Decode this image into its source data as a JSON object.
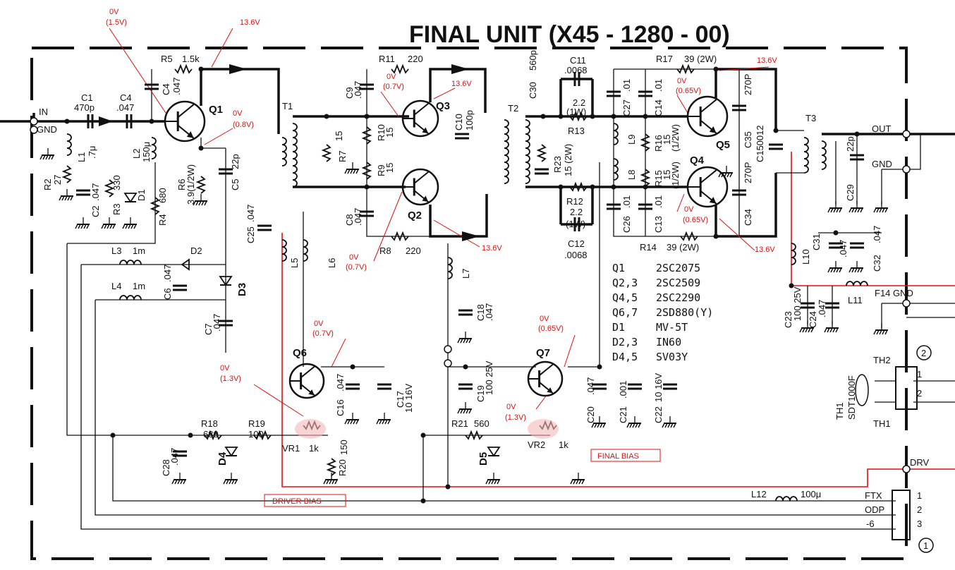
{
  "title": "FINAL UNIT (X45 - 1280 - 00)",
  "colors": {
    "ink": "#111111",
    "annotation": "#e01010",
    "background": "#ffffff"
  },
  "ports": {
    "in": "IN",
    "gnd_in": "GND",
    "out": "OUT",
    "gnd_out": "GND",
    "f14_gnd": "F14 GND",
    "drv": "DRV",
    "ftx": "FTX",
    "odp": "ODP",
    "minus6": "-6",
    "ftx_pin": "1",
    "odp_pin": "2",
    "minus6_pin": "3",
    "conn1": "1",
    "conn2": "2",
    "th2": "TH2",
    "th_pin1": "1",
    "th_pin2": "2",
    "th1": "TH1",
    "th1_part": "TH1",
    "th1_value": "SDT1000F"
  },
  "components": {
    "c1": "C1",
    "c1_v": "470p",
    "c4a": "C4",
    "c4a_v": ".047",
    "r5": "R5",
    "r5_v": "1.5k",
    "c4b": "C4",
    "c4b_v": ".047",
    "q1": "Q1",
    "l1": "L1",
    "l1_v": ".7μ",
    "l2": "L2",
    "l2_v": "150μ",
    "r2": "R2",
    "r2_v": "27",
    "c2": "C2",
    "c2_v": ".047",
    "r3": "R3",
    "r3_v": "330",
    "d1": "D1",
    "r4": "R4",
    "r4_v": "680",
    "r6": "R6",
    "r6_v": "3.9(1/2W)",
    "c5": "C5",
    "c5_v": "22p",
    "t1": "T1",
    "r11": "R11",
    "r11_v": "220",
    "c9": "C9",
    "c9_v": ".047",
    "q3": "Q3",
    "r10": "R10",
    "r10_v": "15",
    "r9": "R9",
    "r9_v": "15",
    "r7": "R7",
    "r7_v": "15",
    "c10": "C10",
    "c10_v": "100p",
    "t2": "T2",
    "q2": "Q2",
    "c8": "C8",
    "c8_v": ".047",
    "r8": "R8",
    "r8_v": "220",
    "c30": "C30",
    "c30_v": "560p",
    "c11": "C11",
    "c11_v": ".0068",
    "r13": "R13",
    "r13_v": "2.2",
    "r13_w": "(1W)",
    "r23": "R23",
    "r23_v": "15 (2W)",
    "r12": "R12",
    "r12_v": "2.2",
    "r12_w": "(1W)",
    "c12": "C12",
    "c12_v": ".0068",
    "c27": "C27",
    "c27_v": ".01",
    "c14": "C14",
    "c14_v": ".01",
    "r17": "R17",
    "r17_v": "39 (2W)",
    "c35_v": "270P",
    "c35": "C35",
    "q5": "Q5",
    "r16": "R16",
    "r16_v": "15",
    "r16_w": "(1/2W)",
    "q4": "Q4",
    "r15": "R15",
    "r15_v": "15",
    "r15_w": "(1/2W)",
    "l9": "L9",
    "l8": "L8",
    "c26": "C26",
    "c26_v": ".01",
    "c13": "C13",
    "c13_v": ".01",
    "c34_v": "270P",
    "c34": "C34",
    "r14": "R14",
    "r14_v": "39 (2W)",
    "c15": "C15",
    "c15_v": ".0012",
    "t3": "T3",
    "c29_v": "22p",
    "c29": "C29",
    "c31": "C31",
    "c31_v": ".047",
    "c32": "C32",
    "c32_v": ".047",
    "l10": "L10",
    "c23": "C23",
    "c23_v": "100 25V",
    "c24": "C24",
    "c24_v": ".047",
    "l11": "L11",
    "l3": "L3",
    "l3_v": "1m",
    "l4": "L4",
    "l4_v": "1m",
    "d2": "D2",
    "d3": "D3",
    "c6": "C6",
    "c6_v": ".047",
    "c7": "C7",
    "c7_v": ".047",
    "c25": "C25",
    "c25_v": ".047",
    "l5": "L5",
    "l6": "L6",
    "l7": "L7",
    "c18": "C18",
    "c18_v": ".047",
    "q6": "Q6",
    "c16": "C16",
    "c16_v": ".047",
    "c17": "C17",
    "c17_v": "10 16V",
    "r18": "R18",
    "r18_v": "680",
    "r19": "R19",
    "r19_v": "100",
    "vr1": "VR1",
    "vr1_v": "1k",
    "r20": "R20",
    "r20_v": "150",
    "c28": "C28",
    "c28_v": ".047",
    "d4": "D4",
    "q7": "Q7",
    "c19": "C19",
    "c19_v": "100 25V",
    "r21": "R21",
    "r21_v": "560",
    "d5": "D5",
    "vr2": "VR2",
    "vr2_v": "1k",
    "c20": "C20",
    "c20_v": ".047",
    "c21": "C21",
    "c21_v": ".001",
    "c22": "C22",
    "c22_v": "10 16V",
    "l12": "L12",
    "l12_v": "100μ"
  },
  "voltages": {
    "q1_base_a": "0V",
    "q1_base_b": "(1.5V)",
    "q1_coll": "13.6V",
    "q1_emit_a": "0V",
    "q1_emit_b": "(0.8V)",
    "q3_base_a": "0V",
    "q3_base_b": "(0.7V)",
    "q3_coll": "13.6V",
    "q2_base_a": "0V",
    "q2_base_b": "(0.7V)",
    "q2_coll": "13.6V",
    "q5_base_a": "0V",
    "q5_base_b": "(0.65V)",
    "q5_coll": "13.6V",
    "q4_base_a": "0V",
    "q4_base_b": "(0.65V)",
    "q4_coll": "13.6V",
    "q6_a": "0V",
    "q6_b": "(0.7V)",
    "vr1_a": "0V",
    "vr1_b": "(1.3V)",
    "q7_a": "0V",
    "q7_b": "(0.65V)",
    "vr2_a": "0V",
    "vr2_b": "(1.3V)"
  },
  "bias_labels": {
    "driver": "DRIVER BIAS",
    "final": "FINAL BIAS"
  },
  "parts_list": [
    {
      "ref": "Q1",
      "part": "2SC2075"
    },
    {
      "ref": "Q2,3",
      "part": "2SC2509"
    },
    {
      "ref": "Q4,5",
      "part": "2SC2290"
    },
    {
      "ref": "Q6,7",
      "part": "2SD880(Y)"
    },
    {
      "ref": "D1",
      "part": "MV-5T"
    },
    {
      "ref": "D2,3",
      "part": "IN60"
    },
    {
      "ref": "D4,5",
      "part": "SV03Y"
    }
  ]
}
